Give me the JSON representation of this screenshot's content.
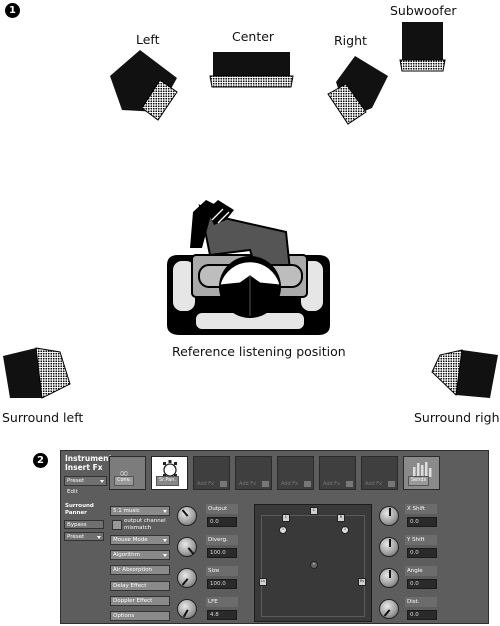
{
  "figure1": {
    "badge": "1",
    "speakers": {
      "left": "Left",
      "center": "Center",
      "right": "Right",
      "subwoofer": "Subwoofer",
      "surround_left": "Surround left",
      "surround_right": "Surround right"
    },
    "listener_caption": "Reference listening position"
  },
  "figure2": {
    "badge": "2",
    "header": {
      "title_line1": "Instrument",
      "title_line2": "Insert Fx",
      "preset": "Preset",
      "edit_tab": "Edit"
    },
    "slots": [
      {
        "label": "Conv.",
        "state": "first"
      },
      {
        "label": "Sr.Pan.",
        "state": "active"
      },
      {
        "label": "Add Fx",
        "state": "empty"
      },
      {
        "label": "Add Fx",
        "state": "empty"
      },
      {
        "label": "Add Fx",
        "state": "empty"
      },
      {
        "label": "Add Fx",
        "state": "empty"
      },
      {
        "label": "Add Fx",
        "state": "empty"
      },
      {
        "label": "Sends",
        "state": "last"
      }
    ],
    "sidebar": {
      "title_line1": "Surround",
      "title_line2": "Panner",
      "bypass": "Bypass",
      "preset": "Preset"
    },
    "controls": {
      "format": "5.1 music",
      "mismatch_line1": "output channel",
      "mismatch_line2": "mismatch",
      "mouse_mode": "Mouse Mode",
      "algorithm": "Algorithm",
      "air_absorption": "Air Absorption",
      "delay_effect": "Delay Effect",
      "doppler_effect": "Doppler Effect",
      "options": "Options"
    },
    "knobs_left": [
      {
        "label": "Output",
        "value": "0.0"
      },
      {
        "label": "Diverg.",
        "value": "100.0"
      },
      {
        "label": "Size",
        "value": "100.0"
      },
      {
        "label": "LFE",
        "value": "4.8"
      }
    ],
    "knobs_right": [
      {
        "label": "X Shift",
        "value": "0.0"
      },
      {
        "label": "Y Shift",
        "value": "0.0"
      },
      {
        "label": "Angle",
        "value": "0.0"
      },
      {
        "label": "Dist.",
        "value": "0.0"
      }
    ],
    "pad": {
      "ch_l": "L",
      "ch_c": "C",
      "ch_r": "R",
      "ch_ls": "Ls",
      "ch_rs": "Rs",
      "src1": "1",
      "src2": "2",
      "center": "+"
    }
  }
}
